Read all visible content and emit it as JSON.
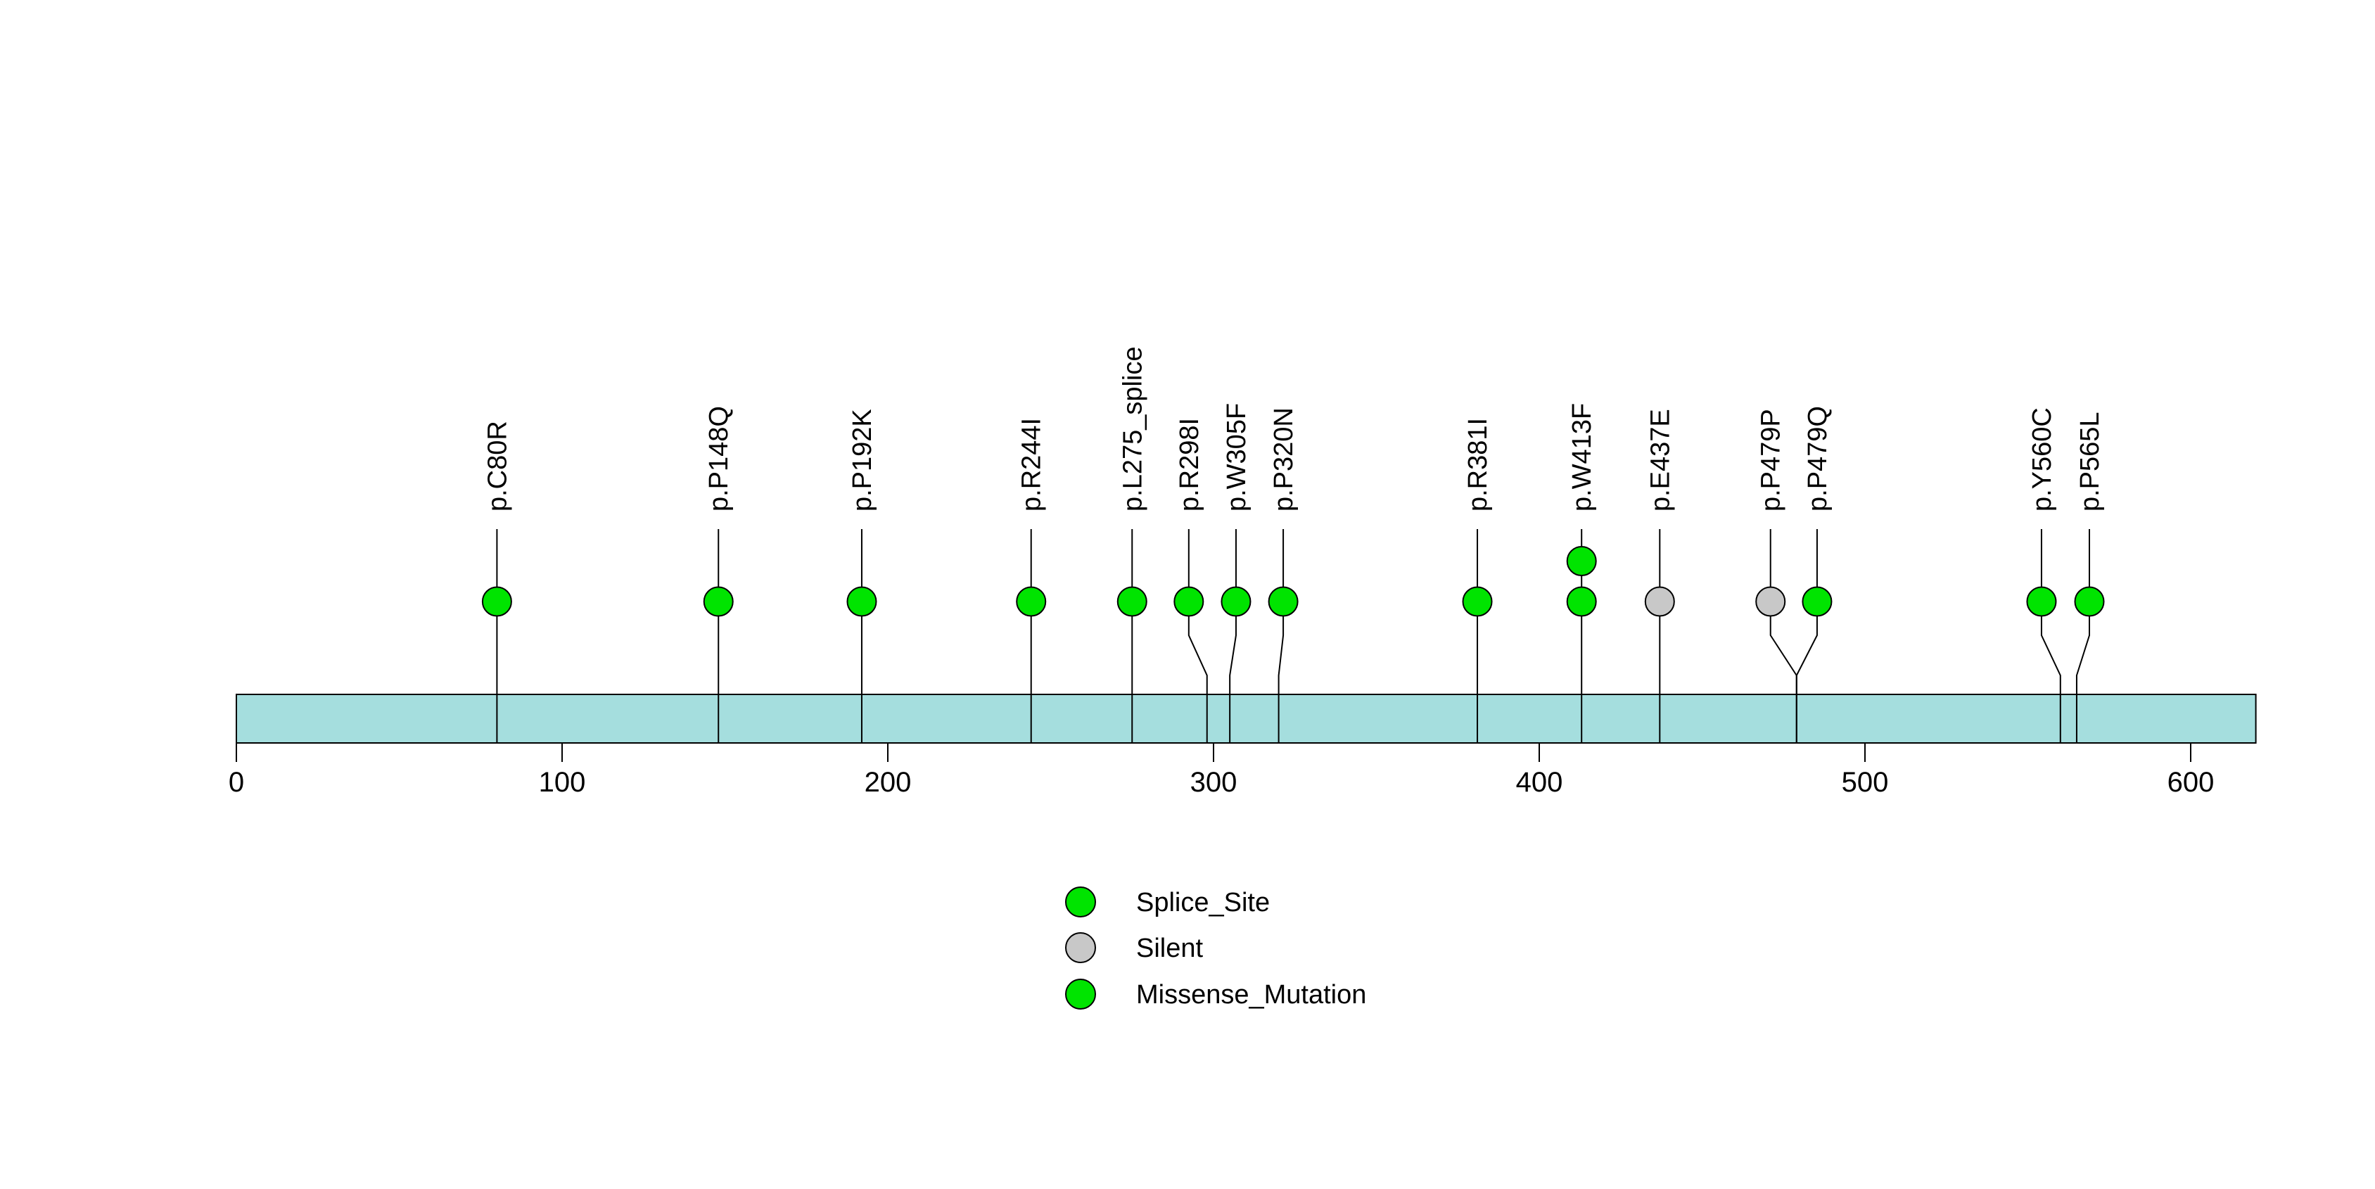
{
  "chart_data": {
    "type": "lollipop",
    "title": "",
    "description": "Protein lollipop mutation plot: mutations plotted along a protein backbone bar from 0 to 620 amino acids",
    "axis": {
      "ticks": [
        0,
        100,
        200,
        300,
        400,
        500,
        600
      ],
      "xlim": [
        0,
        620
      ],
      "grid": false
    },
    "protein_bar": {
      "start": 0,
      "end": 620,
      "fill": "#A5DEDE",
      "stroke": "#000000"
    },
    "mutations": [
      {
        "label": "p.C80R",
        "pos": 80,
        "circle_pos": 80,
        "count": 1,
        "type": "Missense_Mutation",
        "color": "#00E400"
      },
      {
        "label": "p.P148Q",
        "pos": 148,
        "circle_pos": 148,
        "count": 1,
        "type": "Missense_Mutation",
        "color": "#00E400"
      },
      {
        "label": "p.P192K",
        "pos": 192,
        "circle_pos": 192,
        "count": 1,
        "type": "Missense_Mutation",
        "color": "#00E400"
      },
      {
        "label": "p.R244I",
        "pos": 244,
        "circle_pos": 244,
        "count": 1,
        "type": "Missense_Mutation",
        "color": "#00E400"
      },
      {
        "label": "p.L275_splice",
        "pos": 275,
        "circle_pos": 275,
        "count": 1,
        "type": "Splice_Site",
        "color": "#00E400"
      },
      {
        "label": "p.R298I",
        "pos": 298,
        "circle_pos": 292.4,
        "count": 1,
        "type": "Missense_Mutation",
        "color": "#00E400"
      },
      {
        "label": "p.W305F",
        "pos": 305,
        "circle_pos": 306.9,
        "count": 1,
        "type": "Missense_Mutation",
        "color": "#00E400"
      },
      {
        "label": "p.P320N",
        "pos": 320,
        "circle_pos": 321.4,
        "count": 1,
        "type": "Missense_Mutation",
        "color": "#00E400"
      },
      {
        "label": "p.R381I",
        "pos": 381,
        "circle_pos": 381,
        "count": 1,
        "type": "Missense_Mutation",
        "color": "#00E400"
      },
      {
        "label": "p.W413F",
        "pos": 413,
        "circle_pos": 413,
        "count": 2,
        "type": "Missense_Mutation",
        "color": "#00E400"
      },
      {
        "label": "p.E437E",
        "pos": 437,
        "circle_pos": 437,
        "count": 1,
        "type": "Silent",
        "color": "#C8C8C8"
      },
      {
        "label": "p.P479P",
        "pos": 479,
        "circle_pos": 471.0,
        "count": 1,
        "type": "Silent",
        "color": "#C8C8C8"
      },
      {
        "label": "p.P479Q",
        "pos": 479,
        "circle_pos": 485.3,
        "count": 1,
        "type": "Missense_Mutation",
        "color": "#00E400"
      },
      {
        "label": "p.Y560C",
        "pos": 560,
        "circle_pos": 554.2,
        "count": 1,
        "type": "Missense_Mutation",
        "color": "#00E400"
      },
      {
        "label": "p.P565L",
        "pos": 565,
        "circle_pos": 568.9,
        "count": 1,
        "type": "Missense_Mutation",
        "color": "#00E400"
      }
    ],
    "legend": [
      {
        "label": "Splice_Site",
        "color": "#00E400"
      },
      {
        "label": "Silent",
        "color": "#C8C8C8"
      },
      {
        "label": "Missense_Mutation",
        "color": "#00E400"
      }
    ],
    "legend_position": "bottom-center"
  },
  "colors": {
    "missense": "#00E400",
    "splice_site": "#00E400",
    "silent": "#C8C8C8",
    "bar_fill": "#A5DEDE",
    "stroke": "#000000",
    "background": "#FFFFFF"
  }
}
